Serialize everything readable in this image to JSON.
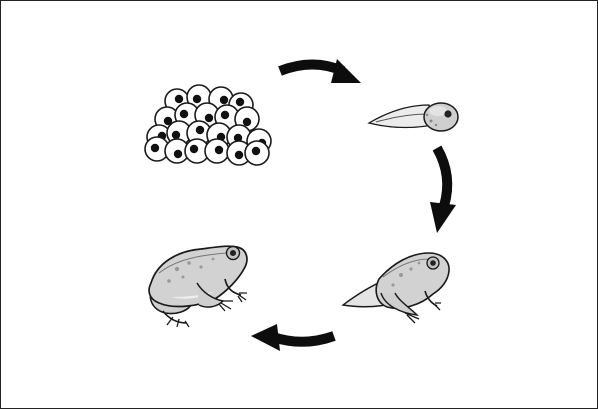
{
  "diagram": {
    "stages": [
      {
        "id": "eggs",
        "icon": "frog-eggs-icon"
      },
      {
        "id": "tadpole",
        "icon": "tadpole-icon"
      },
      {
        "id": "froglet",
        "icon": "froglet-icon"
      },
      {
        "id": "adult",
        "icon": "adult-frog-icon"
      }
    ],
    "arrows": [
      {
        "from": "eggs",
        "to": "tadpole"
      },
      {
        "from": "tadpole",
        "to": "froglet"
      },
      {
        "from": "froglet",
        "to": "adult"
      }
    ],
    "colors": {
      "background": "#ffffff",
      "outline": "#1a1a1a",
      "arrow": "#0d0d0d",
      "body_fill": "#d2d2d2",
      "belly_fill": "#eeeeee",
      "spots": "#9a9a9a",
      "egg_fill": "#ffffff",
      "egg_core": "#111111"
    }
  }
}
